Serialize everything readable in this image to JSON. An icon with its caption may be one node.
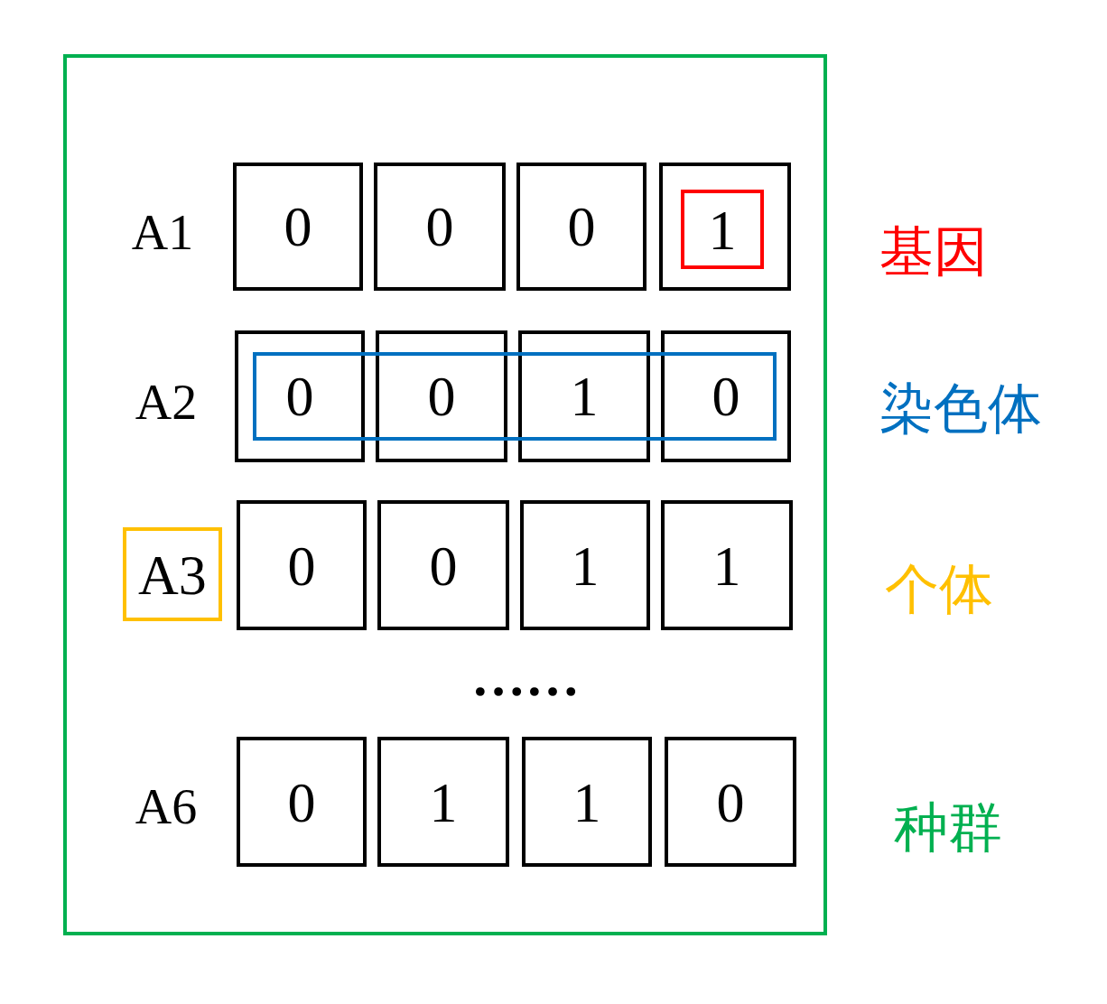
{
  "diagram": {
    "nodes": [
      {
        "text": [],
        "shape": "box"
      },
      {
        "text": [
          "0"
        ],
        "in": 0
      },
      {
        "text": [
          "0"
        ],
        "in": 0
      },
      {
        "text": [
          "0"
        ],
        "in": 0
      },
      {
        "text": [],
        "shape": "box",
        "in": 0
      },
      {
        "text": [
          "1"
        ],
        "in": 4
      },
      {
        "text": [],
        "shape": "box",
        "in": 0
      },
      {
        "text": [
          "0"
        ],
        "in": 0
      },
      {
        "text": [
          "0"
        ],
        "in": 0
      },
      {
        "text": [
          "1"
        ],
        "in": 0
      },
      {
        "text": [
          "0"
        ],
        "in": 0
      },
      {
        "text": [
          "A3"
        ],
        "in": 0
      },
      {
        "text": [
          "0"
        ],
        "in": 0
      },
      {
        "text": [
          "0"
        ],
        "in": 0
      },
      {
        "text": [
          "1"
        ],
        "in": 0
      },
      {
        "text": [
          "1"
        ],
        "in": 0
      },
      {
        "text": [
          "0"
        ],
        "in": 0
      },
      {
        "text": [
          "1"
        ],
        "in": 0
      },
      {
        "text": [
          "1"
        ],
        "in": 0
      },
      {
        "text": [
          "0"
        ],
        "in": 0
      }
    ],
    "labels": [
      "A1",
      "基因",
      "A2",
      "染色体",
      "个体",
      "……",
      "A6",
      "种群"
    ]
  }
}
